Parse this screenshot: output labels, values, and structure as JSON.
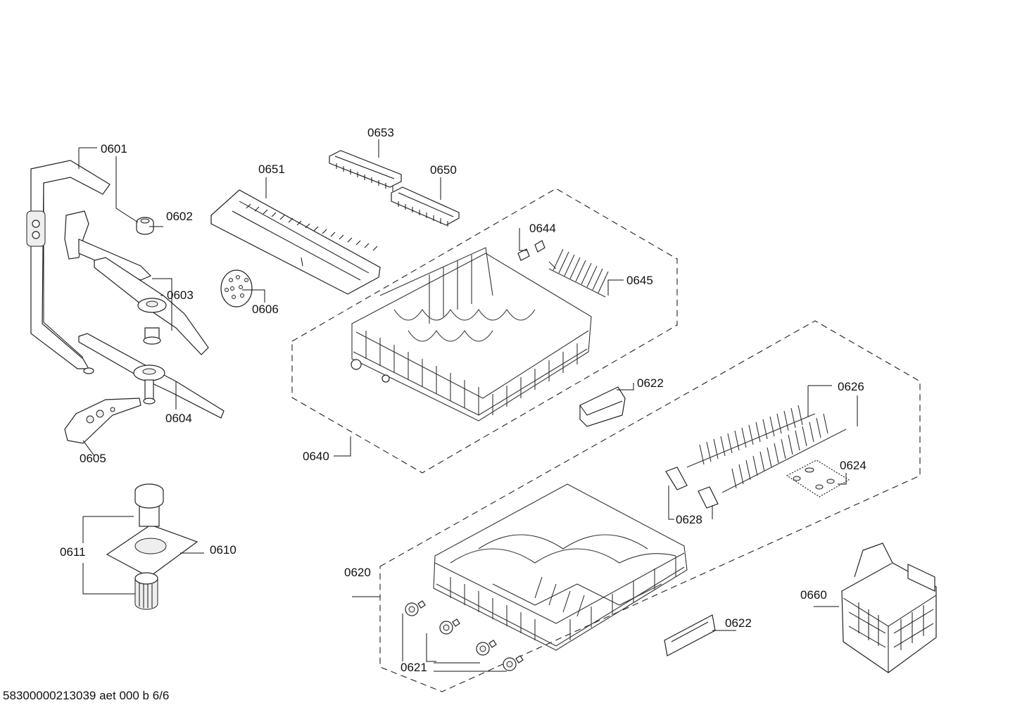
{
  "labels": {
    "p0601": "0601",
    "p0602": "0602",
    "p0603": "0603",
    "p0604": "0604",
    "p0605": "0605",
    "p0606": "0606",
    "p0610": "0610",
    "p0611": "0611",
    "p0620": "0620",
    "p0621": "0621",
    "p0622a": "0622",
    "p0622b": "0622",
    "p0624": "0624",
    "p0626": "0626",
    "p0628": "0628",
    "p0640": "0640",
    "p0644": "0644",
    "p0645": "0645",
    "p0650": "0650",
    "p0651": "0651",
    "p0653": "0653",
    "p0660": "0660"
  },
  "footer": "58300000213039 aet 000 b 6/6"
}
